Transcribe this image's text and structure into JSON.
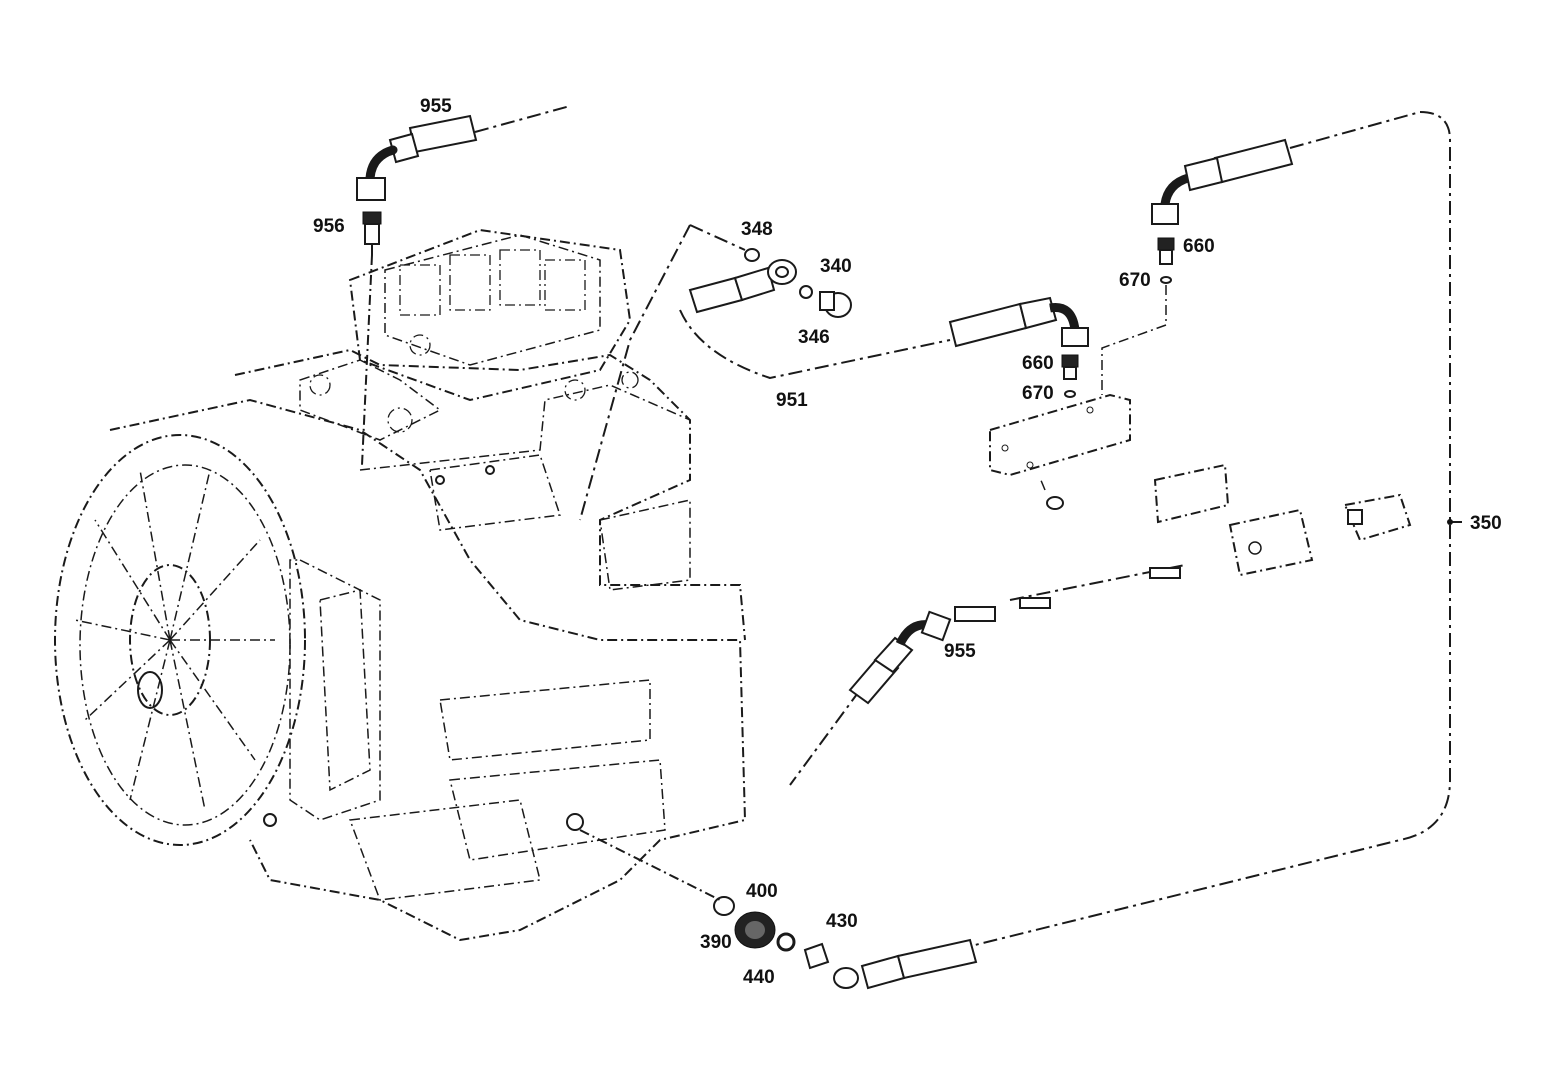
{
  "diagram": {
    "labels": {
      "l955_top": "955",
      "l956": "956",
      "l348": "348",
      "l340": "340",
      "l346": "346",
      "l951": "951",
      "l660_top": "660",
      "l670_top": "670",
      "l660_mid": "660",
      "l670_mid": "670",
      "l350": "350",
      "l955_mid": "955",
      "l400": "400",
      "l390": "390",
      "l430": "430",
      "l440": "440"
    }
  }
}
